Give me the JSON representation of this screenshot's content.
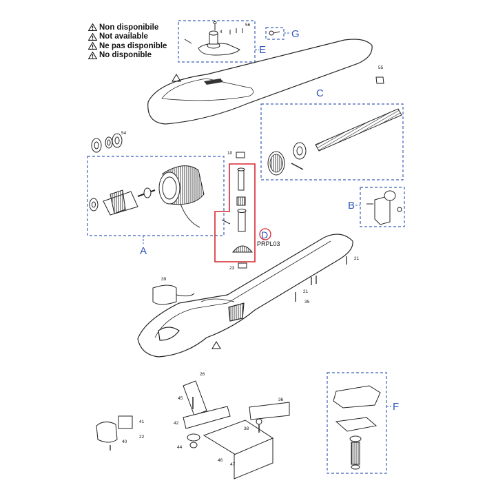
{
  "legend": [
    {
      "text": "Non disponibile"
    },
    {
      "text": "Not available"
    },
    {
      "text": "Ne pas disponible"
    },
    {
      "text": "No disponible"
    }
  ],
  "groups": [
    {
      "letter": "A"
    },
    {
      "letter": "B"
    },
    {
      "letter": "C"
    },
    {
      "letter": "D"
    },
    {
      "letter": "E"
    },
    {
      "letter": "F"
    },
    {
      "letter": "G"
    }
  ],
  "highlight_code": "PRPL03",
  "part_numbers": [
    "4",
    "56",
    "55",
    "54",
    "10",
    "21",
    "23",
    "39",
    "21",
    "35",
    "26",
    "45",
    "36",
    "41",
    "42",
    "22",
    "40",
    "38",
    "44",
    "46",
    "47"
  ],
  "colors": {
    "frame": "#3a5db8",
    "highlight": "#d7262e",
    "line": "#222222",
    "group_label": "#2f55b5"
  }
}
